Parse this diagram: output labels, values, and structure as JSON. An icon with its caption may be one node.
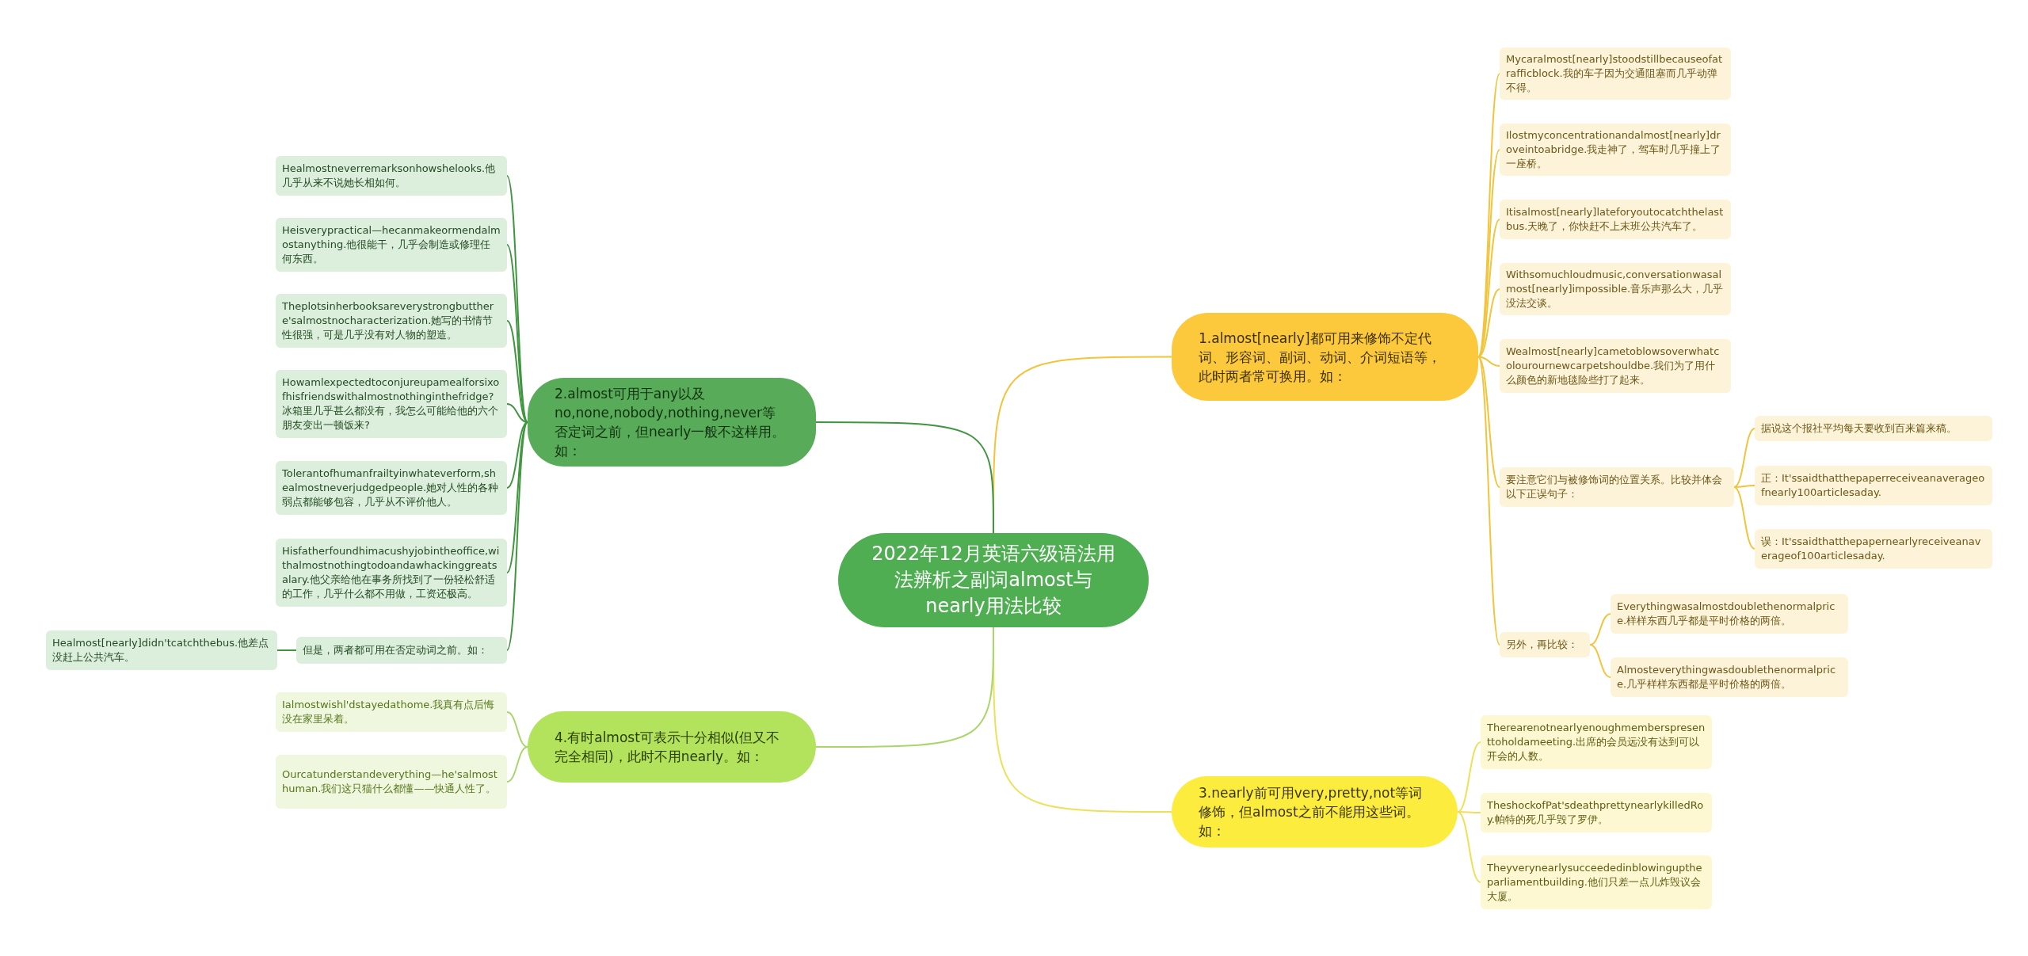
{
  "diagram": {
    "nodes": [
      {
        "text": [
          "2022年12月英语六级语法用法辨析之副词almost与nearly用法比较"
        ]
      },
      {
        "text": [
          "1.almost[nearly]都可用来修饰不定代词、形容词、副词、动词、介词短语等，此时两者常可换用。如："
        ]
      },
      {
        "text": [
          "Mycaralmost[nearly]stoodstillbecauseofatrafficblock.我的车子因为交通阻塞而几乎动弹不得。"
        ]
      },
      {
        "text": [
          "Ilostmyconcentrationandalmost[nearly]droveintoabridge.我走神了，驾车时几乎撞上了一座桥。"
        ]
      },
      {
        "text": [
          "Itisalmost[nearly]lateforyoutocatchthelastbus.天晚了，你快赶不上末班公共汽车了。"
        ]
      },
      {
        "text": [
          "Withsomuchloudmusic,conversationwasalmost[nearly]impossible.音乐声那么大，几乎没法交谈。"
        ]
      },
      {
        "text": [
          "Wealmost[nearly]cametoblowsoverwhatcolourournewcarpetshouldbe.我们为了用什么颜色的新地毯险些打了起来。"
        ]
      },
      {
        "text": [
          "要注意它们与被修饰词的位置关系。比较并体会以下正误句子："
        ]
      },
      {
        "text": [
          "据说这个报社平均每天要收到百来篇来稿。"
        ]
      },
      {
        "text": [
          "正：It'ssaidthatthepaperreceiveanaverageofnearly100articlesaday."
        ]
      },
      {
        "text": [
          "误：It'ssaidthatthepapernearlyreceiveanaverageof100articlesaday."
        ]
      },
      {
        "text": [
          "另外，再比较："
        ]
      },
      {
        "text": [
          "Everythingwasalmostdoublethenormalprice.样样东西几乎都是平时价格的两倍。"
        ]
      },
      {
        "text": [
          "Almosteverythingwasdoublethenormalprice.几乎样样东西都是平时价格的两倍。"
        ]
      },
      {
        "text": [
          "2.almost可用于any以及no,none,nobody,nothing,never等否定词之前，但nearly一般不这样用。如："
        ]
      },
      {
        "text": [
          "Healmostneverremarksonhowshelooks.他几乎从来不说她长相如何。"
        ]
      },
      {
        "text": [
          "Heisverypractical—hecanmakeormendalmostanything.他很能干，几乎会制造或修理任何东西。"
        ]
      },
      {
        "text": [
          "Theplotsinherbooksareverystrongbutthere'salmostnocharacterization.她写的书情节性很强，可是几乎没有对人物的塑造。"
        ]
      },
      {
        "text": [
          "Howamlexpectedtoconjureupamealforsixofhisfriendswithalmostnothinginthefridge?冰箱里几乎甚么都没有，我怎么可能给他的六个朋友变出一顿饭来?"
        ]
      },
      {
        "text": [
          "Tolerantofhumanfrailtyinwhateverform,shealmostneverjudgedpeople.她对人性的各种弱点都能够包容，几乎从不评价他人。"
        ]
      },
      {
        "text": [
          "Hisfatherfoundhimacushyjobintheoffice,withalmostnothingtodoandawhackinggreatsalary.他父亲给他在事务所找到了一份轻松舒适的工作，几乎什么都不用做，工资还极高。"
        ]
      },
      {
        "text": [
          "但是，两者都可用在否定动词之前。如："
        ]
      },
      {
        "text": [
          "Healmost[nearly]didn'tcatchthebus.他差点没赶上公共汽车。"
        ]
      },
      {
        "text": [
          "3.nearly前可用very,pretty,not等词修饰，但almost之前不能用这些词。如："
        ]
      },
      {
        "text": [
          "Therearenotnearlyenoughmemberspresenttoholdameeting.出席的会员远没有达到可以开会的人数。"
        ]
      },
      {
        "text": [
          "TheshockofPat'sdeathprettynearlykilledRoy.帕特的死几乎毁了罗伊。"
        ]
      },
      {
        "text": [
          "Theyverynearlysucceededinblowinguptheparliamentbuilding.他们只差一点儿炸毁议会大厦。"
        ]
      },
      {
        "text": [
          "4.有时almost可表示十分相似(但又不完全相同)，此时不用nearly。如："
        ]
      },
      {
        "text": [
          "Ialmostwishl'dstayedathome.我真有点后悔没在家里呆着。"
        ]
      },
      {
        "text": [
          "Ourcatunderstandeverything—he'salmosthuman.我们这只猫什么都懂——快通人性了。"
        ]
      }
    ],
    "edges": [
      {
        "from": 0,
        "to": 1,
        "arrow": "none",
        "color": "#f2c43c"
      },
      {
        "from": 1,
        "to": 2,
        "arrow": "none",
        "color": "#f2c43c"
      },
      {
        "from": 1,
        "to": 3,
        "arrow": "none",
        "color": "#f2c43c"
      },
      {
        "from": 1,
        "to": 4,
        "arrow": "none",
        "color": "#f2c43c"
      },
      {
        "from": 1,
        "to": 5,
        "arrow": "none",
        "color": "#f2c43c"
      },
      {
        "from": 1,
        "to": 6,
        "arrow": "none",
        "color": "#f2c43c"
      },
      {
        "from": 1,
        "to": 7,
        "arrow": "none",
        "color": "#f2c43c"
      },
      {
        "from": 7,
        "to": 8,
        "arrow": "none",
        "color": "#f2c43c"
      },
      {
        "from": 7,
        "to": 9,
        "arrow": "none",
        "color": "#f2c43c"
      },
      {
        "from": 7,
        "to": 10,
        "arrow": "none",
        "color": "#f2c43c"
      },
      {
        "from": 1,
        "to": 11,
        "arrow": "none",
        "color": "#f2c43c"
      },
      {
        "from": 11,
        "to": 12,
        "arrow": "none",
        "color": "#f2c43c"
      },
      {
        "from": 11,
        "to": 13,
        "arrow": "none",
        "color": "#f2c43c"
      },
      {
        "from": 0,
        "to": 14,
        "arrow": "none",
        "color": "#3f963f"
      },
      {
        "from": 14,
        "to": 15,
        "arrow": "none",
        "color": "#3f963f"
      },
      {
        "from": 14,
        "to": 16,
        "arrow": "none",
        "color": "#3f963f"
      },
      {
        "from": 14,
        "to": 17,
        "arrow": "none",
        "color": "#3f963f"
      },
      {
        "from": 14,
        "to": 18,
        "arrow": "none",
        "color": "#3f963f"
      },
      {
        "from": 14,
        "to": 19,
        "arrow": "none",
        "color": "#3f963f"
      },
      {
        "from": 14,
        "to": 20,
        "arrow": "none",
        "color": "#3f963f"
      },
      {
        "from": 14,
        "to": 21,
        "arrow": "none",
        "color": "#3f963f"
      },
      {
        "from": 21,
        "to": 22,
        "arrow": "none",
        "color": "#3f963f"
      },
      {
        "from": 0,
        "to": 23,
        "arrow": "none",
        "color": "#ede05a"
      },
      {
        "from": 23,
        "to": 24,
        "arrow": "none",
        "color": "#ede05a"
      },
      {
        "from": 23,
        "to": 25,
        "arrow": "none",
        "color": "#ede05a"
      },
      {
        "from": 23,
        "to": 26,
        "arrow": "none",
        "color": "#ede05a"
      },
      {
        "from": 0,
        "to": 27,
        "arrow": "none",
        "color": "#a8d66a"
      },
      {
        "from": 27,
        "to": 28,
        "arrow": "none",
        "color": "#a8d66a"
      },
      {
        "from": 27,
        "to": 29,
        "arrow": "none",
        "color": "#a8d66a"
      }
    ]
  }
}
